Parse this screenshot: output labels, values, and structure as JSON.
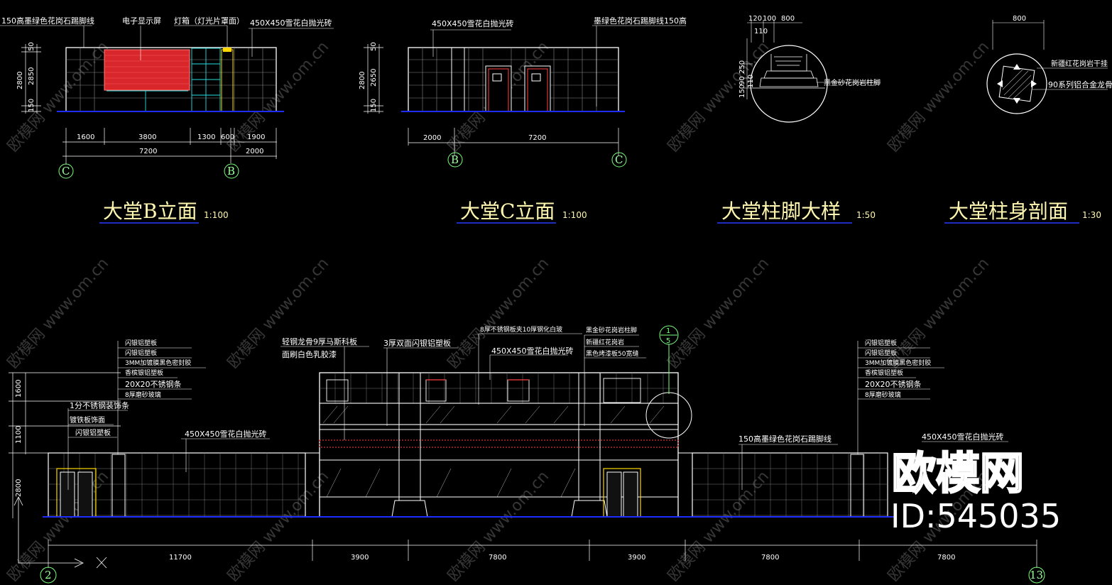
{
  "titles": {
    "b_elevation": "大堂B立面",
    "b_scale": "1:100",
    "c_elevation": "大堂C立面",
    "c_scale": "1:100",
    "column_base": "大堂柱脚大样",
    "column_base_scale": "1:50",
    "column_section": "大堂柱身剖面",
    "column_section_scale": "1:30"
  },
  "b_view": {
    "labels": [
      "150高墨绿色花岗石踢脚线",
      "电子显示屏",
      "灯箱（灯光片罩面）",
      "450X450雪花白抛光砖"
    ],
    "vdims": [
      "150",
      "2850",
      "2800",
      "50"
    ],
    "hdims": [
      "1600",
      "3800",
      "1300",
      "600",
      "1900",
      "7200",
      "2000"
    ],
    "axes": [
      "C",
      "B"
    ]
  },
  "c_view": {
    "labels": [
      "450X450雪花白抛光砖",
      "墨绿色花岗石踢脚线150高"
    ],
    "vdims": [
      "150",
      "2650",
      "2800",
      "50"
    ],
    "hdims": [
      "2000",
      "7200"
    ],
    "axes": [
      "B",
      "C"
    ]
  },
  "base_detail": {
    "dims_top": [
      "120",
      "100",
      "800"
    ],
    "dims_side": [
      "110",
      "150",
      "90",
      "250",
      "110"
    ],
    "label": "黑金砂花岗岩柱脚"
  },
  "section_detail": {
    "dim_top": "800",
    "labels": [
      "新疆红花岗岩干挂",
      "90系列铝合金龙骨"
    ]
  },
  "main": {
    "left_labels": [
      "1分不锈钢装饰条",
      "镀铁板饰面",
      "闪银铝塑板"
    ],
    "left_top_labels": [
      "闪银铝塑板",
      "闪银铝塑板",
      "3MM加镀膜黑色密封胶",
      "香槟银铝塑板",
      "20X20不锈钢条",
      "8厚磨砂玻璃"
    ],
    "right_top_labels": [
      "闪银铝塑板",
      "闪银铝塑板",
      "3MM加镀膜黑色密封胶",
      "香槟银铝塑板",
      "20X20不锈钢条",
      "8厚磨砂玻璃"
    ],
    "center_labels": [
      "轻钢龙骨9厚马斯科板",
      "面刷白色乳胶漆",
      "3厚双面闪银铝塑板",
      "8厚不锈钢板夹10厚钢化白玻",
      "450X450雪花白抛光砖",
      "黑金砂花岗岩柱脚",
      "新疆红花岗岩",
      "黑色烤漆板50宽缝"
    ],
    "left_field_label": "450X450雪花白抛光砖",
    "right_field_label": "150高墨绿色花岗石踢脚线",
    "right_field_label2": "450X450雪花白抛光砖",
    "vdims": [
      "2800",
      "1100",
      "1600"
    ],
    "hdims": [
      "11700",
      "3900",
      "7800",
      "3900",
      "7800",
      "7800"
    ],
    "axes": [
      "2",
      "13"
    ],
    "detail_callout_top": "1",
    "detail_callout_bottom": "5"
  },
  "watermark": {
    "text": "欧模网 www.om.cn",
    "logo": "欧模网",
    "id": "ID:545035"
  },
  "colors": {
    "background": "#000000",
    "linework": "#ffffff",
    "titles": "#fff7b0",
    "axis_bubble": "#7dff7d",
    "door_frame": "#ffd700",
    "screen_red": "#d8262a",
    "ground": "#1e2cff",
    "cyan_grid": "#29e0e0",
    "red_trim": "#ff4040"
  }
}
